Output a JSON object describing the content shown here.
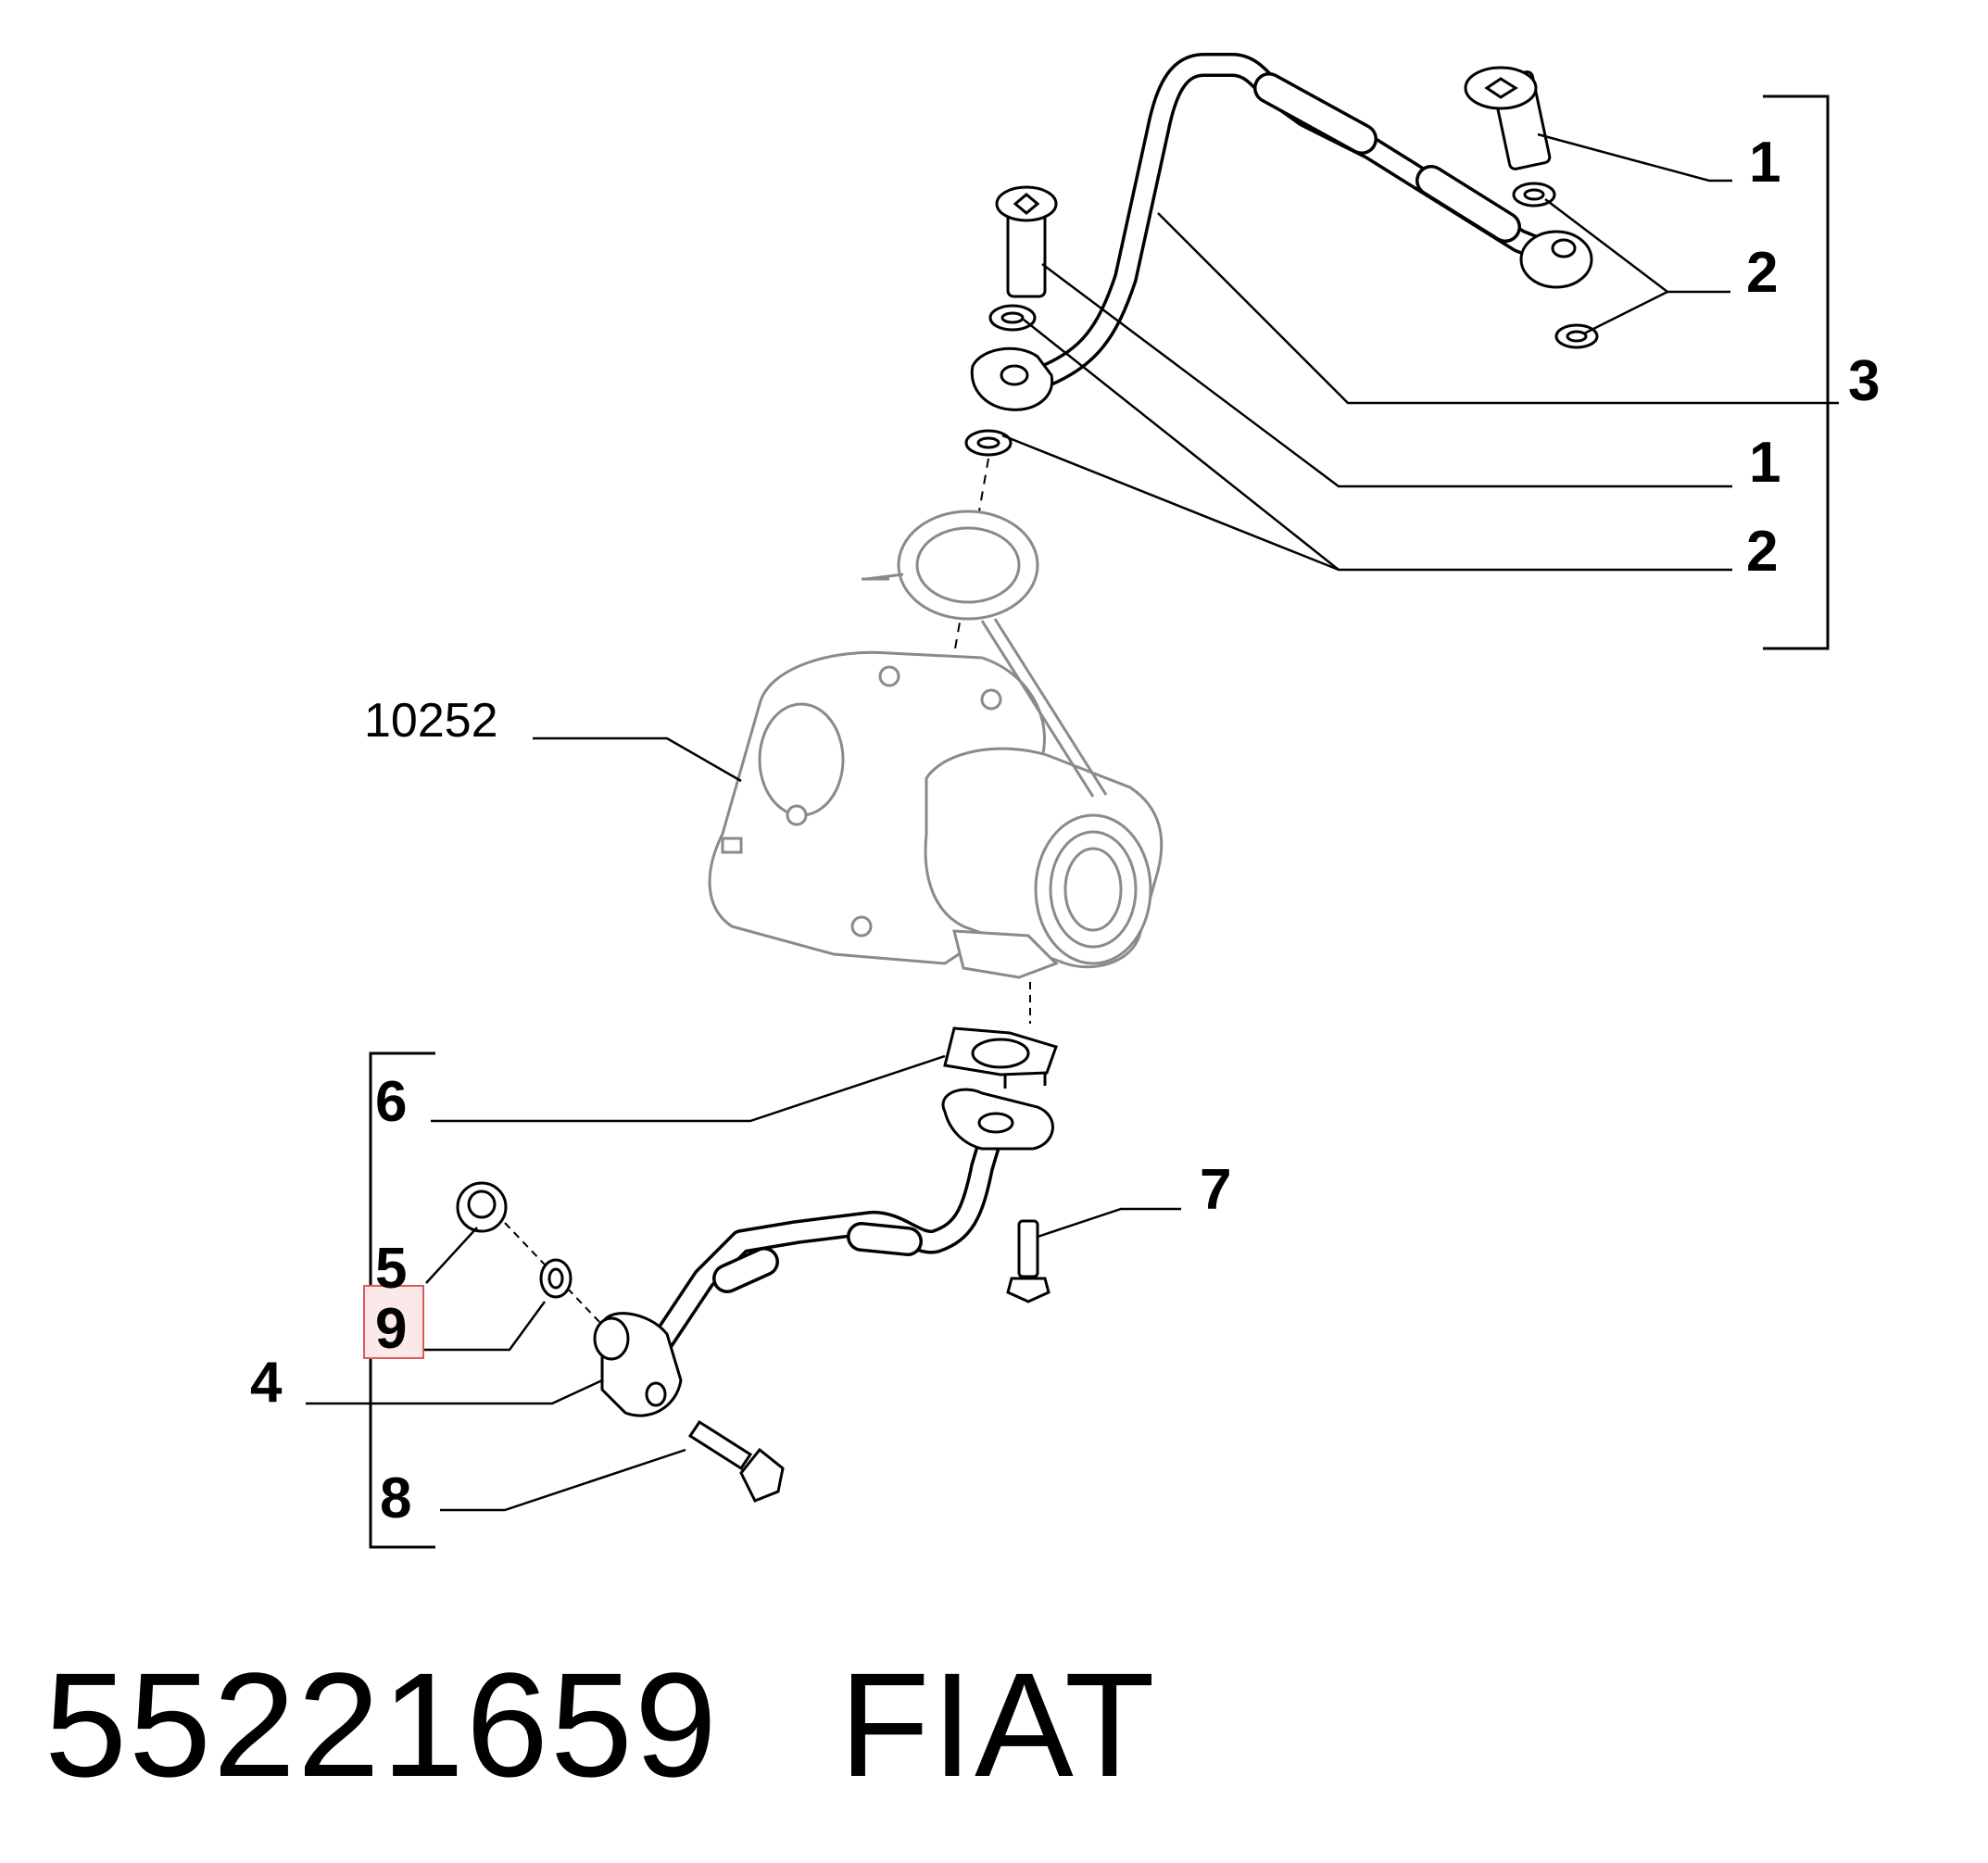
{
  "labels": {
    "top_bolt_1": "1",
    "top_washer_2": "2",
    "top_pipe_3": "3",
    "mid_bolt_1": "1",
    "mid_washer_2": "2",
    "turbo_ref": "10252",
    "gasket_6": "6",
    "bolt_7": "7",
    "fitting_5": "5",
    "washer_9": "9",
    "pipe_4": "4",
    "bolt_8": "8"
  },
  "highlight": {
    "color": "#e05a5a",
    "fill": "#fbe9e9",
    "target": "washer_9"
  },
  "footer": {
    "part_number": "55221659",
    "brand": "FIAT"
  }
}
